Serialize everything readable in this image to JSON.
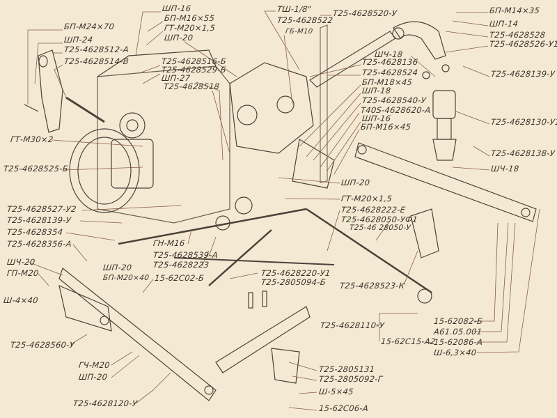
{
  "diagram": {
    "labels": {
      "bp_m24x70": "БП-М24×70",
      "shp_24": "ШП-24",
      "t25_4628512_a": "Т25-4628512-А",
      "t25_4628514_v": "Т25-4628514-В",
      "shp_16_top": "ШП-16",
      "bp_m16x55": "БП-М16×55",
      "gt_m20x15_top": "ГТ-М20×1,5",
      "shp_20_top": "ШП-20",
      "t25_4628516_b": "Т25-4628516-Б",
      "t25_4628529_b": "Т25-4628529-Б",
      "shp_27": "ШП-27",
      "t25_4628518": "Т25-4628518",
      "tsh_1_8": "ТШ-1/8\"",
      "t25_4628522": "Т25-4628522",
      "gb_m10": "ГБ-М10",
      "t25_4628520_u": "Т25-4628520-У",
      "bp_m14x35": "БП-М14×35",
      "shp_14": "ШП-14",
      "t25_4628528": "Т25-4628528",
      "t25_4628526_u1": "Т25-4628526-У1",
      "shch_18_top": "ШЧ-18",
      "t25_4628136": "Т25-4628136",
      "t25_4628524": "Т25-4628524",
      "bp_m18x45": "БП-М18×45",
      "shp_18": "ШП-18",
      "t25_4628540_u": "Т25-4628540-У",
      "t40s_4628620_a": "Т40S-4628620-А",
      "shp_16_mid": "ШП-16",
      "bp_m16x45": "БП-М16×45",
      "t25_4628139_u_right": "Т25-4628139-У",
      "t25_4628130_u1": "Т25-4628130-У1",
      "t25_4628138_u": "Т25-4628138-У",
      "shch_18_right": "ШЧ-18",
      "gt_m30x2": "ГТ-М30×2",
      "t25_4628525_b": "Т25-4628525-Б",
      "shp_20_mid": "ШП-20",
      "gt_m20x15_mid": "ГТ-М20×1,5",
      "t25_4628222_e": "Т25-4628222-Е",
      "t25_4628050_uf1": "Т25-4628050-УФ1",
      "t25_4628050_u": "Т25-46 28050-У",
      "t25_4628527_u2": "Т25-4628527-У2",
      "t25_4628139_u_left": "Т25-4628139-У",
      "t25_4628354": "Т25-4628354",
      "t25_4628356_a": "Т25-4628356-А",
      "shch_20": "ШЧ-20",
      "gp_m20": "ГП-М20",
      "sh_4x40": "Ш-4×40",
      "gn_m16": "ГН-М16",
      "t25_4628539_a": "Т25-4628539-А",
      "t25_4628223": "Т25-4628223",
      "shp_20_low": "ШП-20",
      "bp_m20x40": "БП-М20×40",
      "p15_62c02_b": "15-62С02-Б",
      "t25_4628220_u1": "Т25-4628220-У1",
      "t25_2805094_b": "Т25-2805094-Б",
      "t25_4628523_k": "Т25-4628523-К",
      "t25_4628560_u": "Т25-4628560-У",
      "gch_m20": "ГЧ-М20",
      "shp_20_bottom": "ШП-20",
      "t25_4628120_u": "Т25-4628120-У",
      "t25_4628110_u": "Т25-4628110-У",
      "p15_62c15_a2": "15-62С15-А2",
      "p15_62082_b": "15-62082-Б",
      "a61_05_001": "А61.05.001",
      "p15_62086_a": "15-62086-А",
      "sh_63x40": "Ш-6,3×40",
      "t25_2805131": "Т25-2805131",
      "t25_2805092_g": "Т25-2805092-Г",
      "sh_5x45": "Ш-5×45",
      "p15_62c06_a": "15-62С06-А"
    },
    "colors": {
      "paper": "#f4ead3",
      "ink": "#3a332c",
      "leader": "#8a5a4a"
    }
  }
}
